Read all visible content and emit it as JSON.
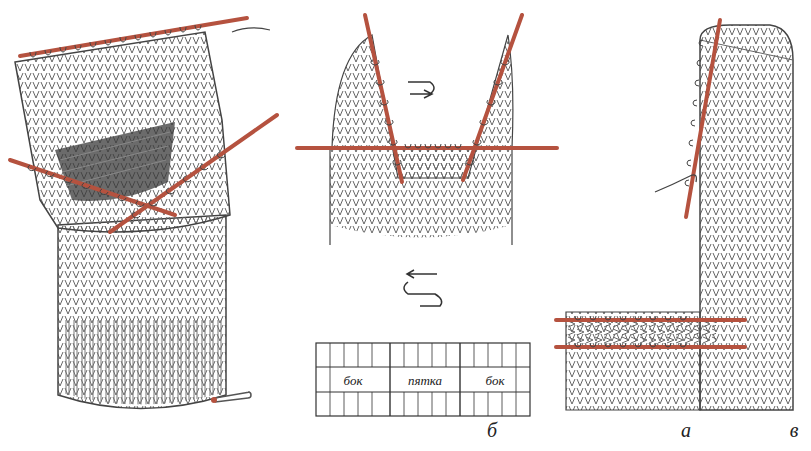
{
  "diagram": {
    "labels": [
      "бок",
      "пятка",
      "бок",
      "а",
      "б",
      "в"
    ]
  }
}
